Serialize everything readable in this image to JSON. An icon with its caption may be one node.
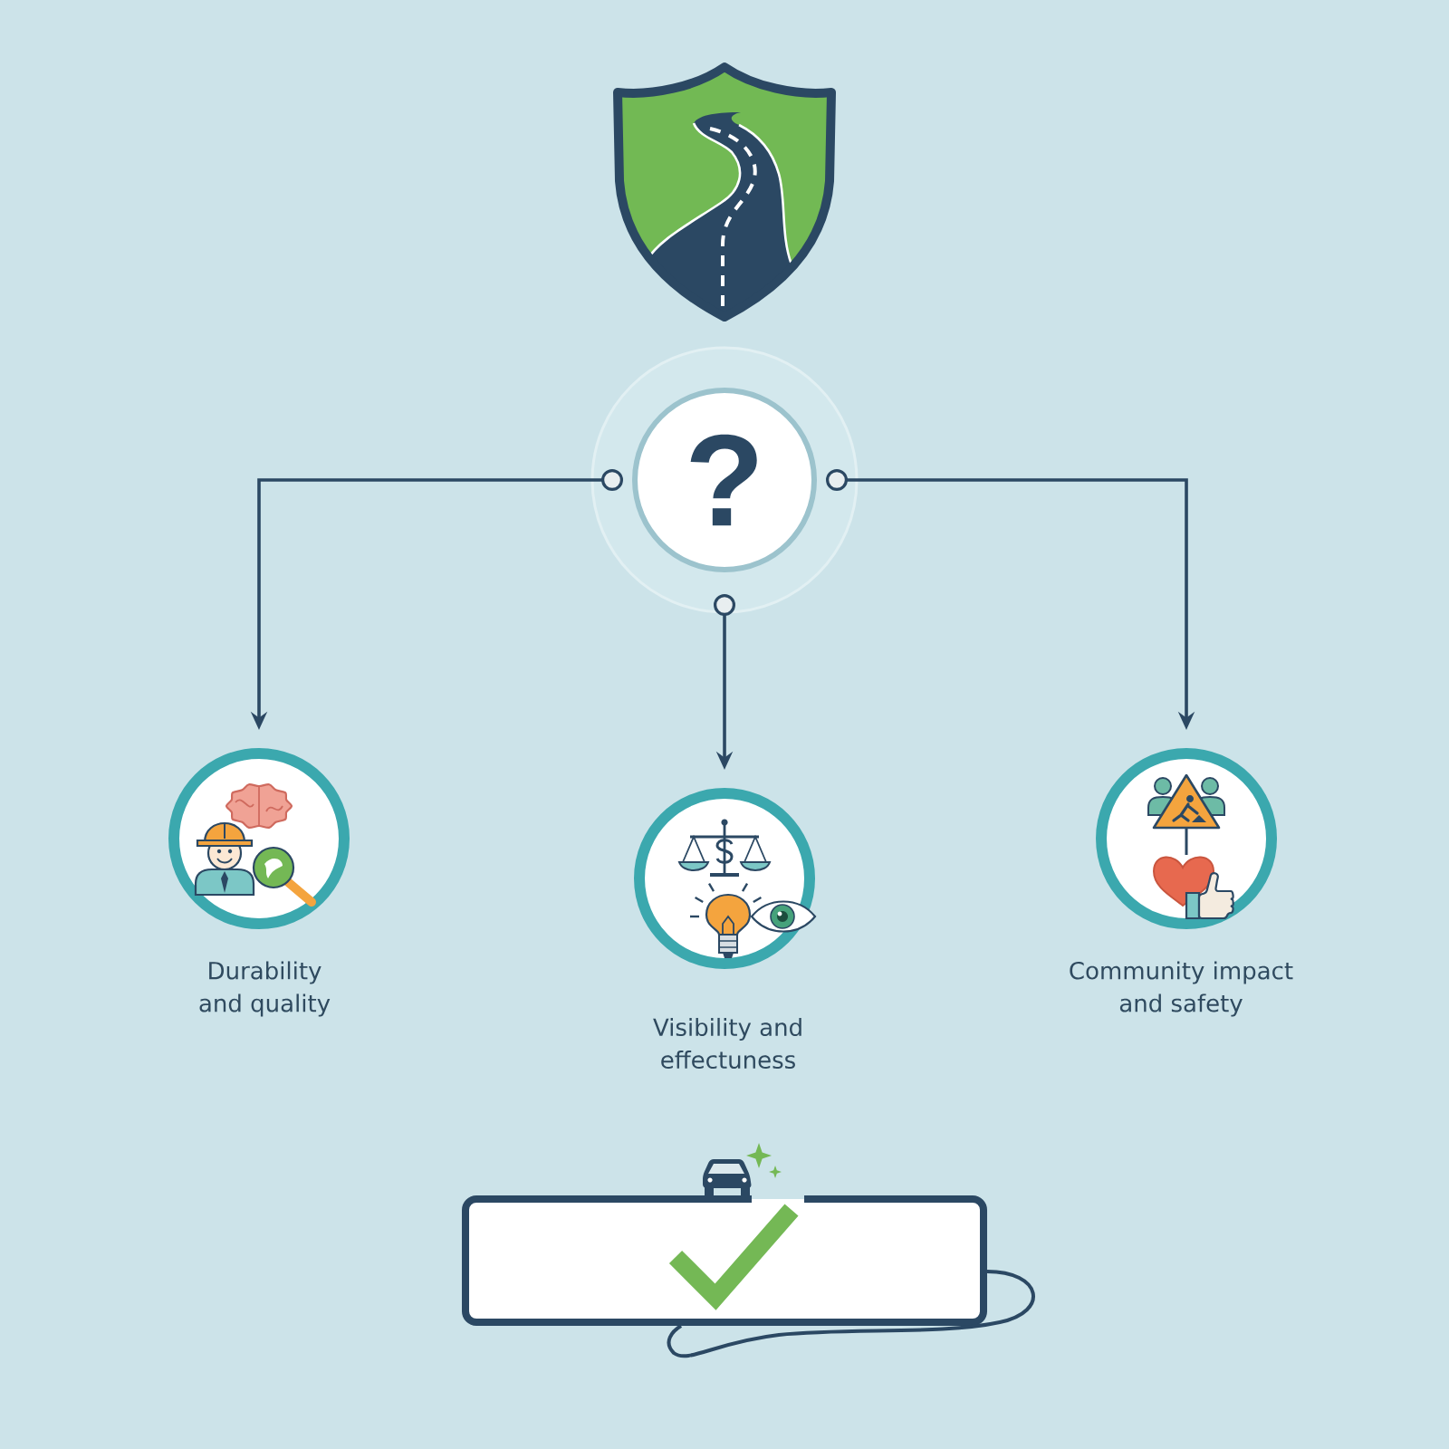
{
  "diagram": {
    "nodes": [
      {
        "text": [
          "?"
        ]
      },
      {
        "text": [],
        "shape": "circle",
        "beside": [
          "Durability and quality"
        ]
      },
      {
        "text": [],
        "shape": "circle",
        "beside": [
          "Visibility and effectuness"
        ]
      },
      {
        "text": [],
        "shape": "circle",
        "beside": [
          "Community impact and safety"
        ]
      }
    ],
    "edges": [
      {
        "from": 0,
        "to": 1,
        "arrow": "to"
      },
      {
        "from": 0,
        "to": 2,
        "arrow": "to"
      },
      {
        "from": 0,
        "to": 3,
        "arrow": "to"
      }
    ]
  }
}
